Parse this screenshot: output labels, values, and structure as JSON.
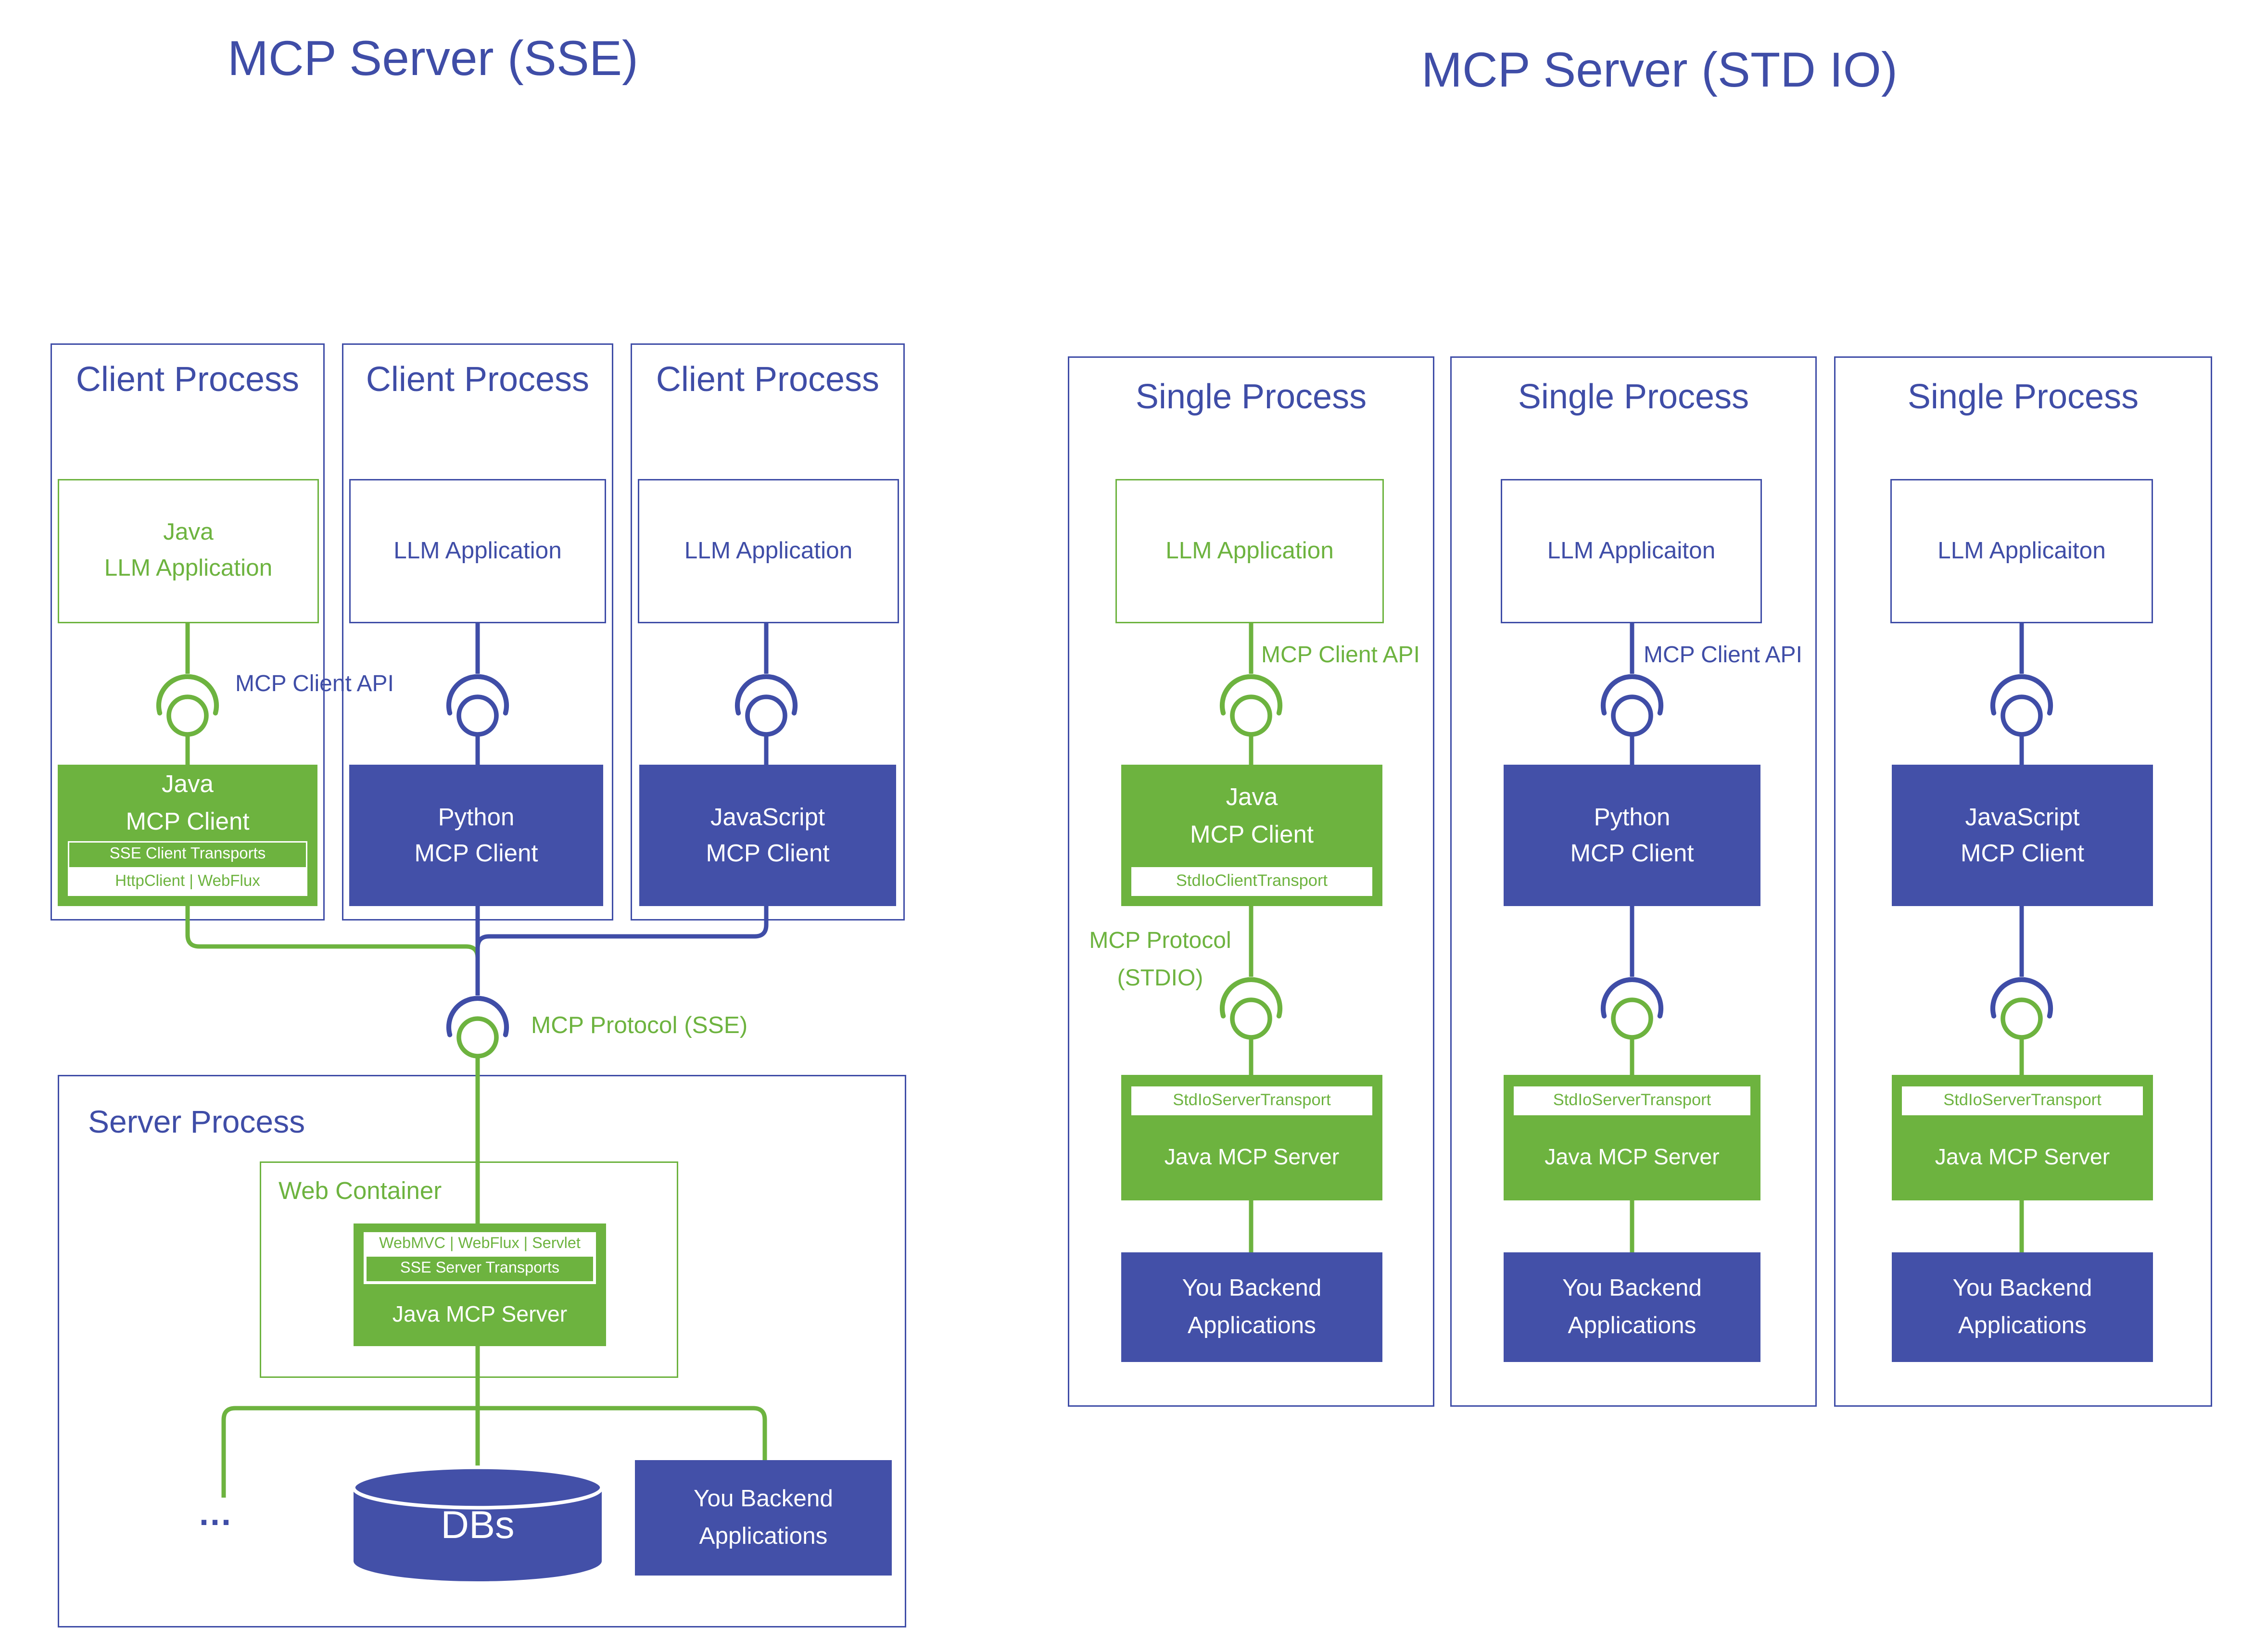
{
  "colors": {
    "green": "#6DB33F",
    "blue_fill": "#4350A8",
    "blue_line": "#3F4DA7"
  },
  "left": {
    "title": "MCP Server (SSE)",
    "api_label": "MCP Client API",
    "protocol_label": "MCP Protocol (SSE)",
    "clients": [
      {
        "process_title": "Client Process",
        "app_lines": [
          "Java",
          "LLM Application"
        ],
        "client_lines": [
          "Java",
          "MCP Client"
        ],
        "transport_rows": [
          "SSE Client Transports",
          "HttpClient | WebFlux"
        ]
      },
      {
        "process_title": "Client Process",
        "app_lines": [
          "LLM Application"
        ],
        "client_lines": [
          "Python",
          "MCP Client"
        ]
      },
      {
        "process_title": "Client Process",
        "app_lines": [
          "LLM Application"
        ],
        "client_lines": [
          "JavaScript",
          "MCP Client"
        ]
      }
    ],
    "server": {
      "title": "Server Process",
      "web_container_title": "Web Container",
      "frameworks_row": "WebMVC | WebFlux | Servlet",
      "transports_row": "SSE Server Transports",
      "server_label": "Java MCP Server",
      "ellipsis": "...",
      "db_label": "DBs",
      "backend_lines": [
        "You Backend",
        "Applications"
      ]
    }
  },
  "right": {
    "title": "MCP Server (STD IO)",
    "processes": [
      {
        "process_title": "Single Process",
        "app_label": "LLM Application",
        "api_label": "MCP Client API",
        "client_lines": [
          "Java",
          "MCP Client"
        ],
        "client_transport": "StdIoClientTransport",
        "protocol_lines": [
          "MCP Protocol",
          "(STDIO)"
        ],
        "server_transport": "StdIoServerTransport",
        "server_label": "Java MCP Server",
        "backend_lines": [
          "You Backend",
          "Applications"
        ]
      },
      {
        "process_title": "Single Process",
        "app_label": "LLM Applicaiton",
        "api_label": "MCP Client API",
        "client_lines": [
          "Python",
          "MCP Client"
        ],
        "server_transport": "StdIoServerTransport",
        "server_label": "Java MCP Server",
        "backend_lines": [
          "You Backend",
          "Applications"
        ]
      },
      {
        "process_title": "Single Process",
        "app_label": "LLM Applicaiton",
        "client_lines": [
          "JavaScript",
          "MCP Client"
        ],
        "server_transport": "StdIoServerTransport",
        "server_label": "Java MCP Server",
        "backend_lines": [
          "You Backend",
          "Applications"
        ]
      }
    ]
  }
}
